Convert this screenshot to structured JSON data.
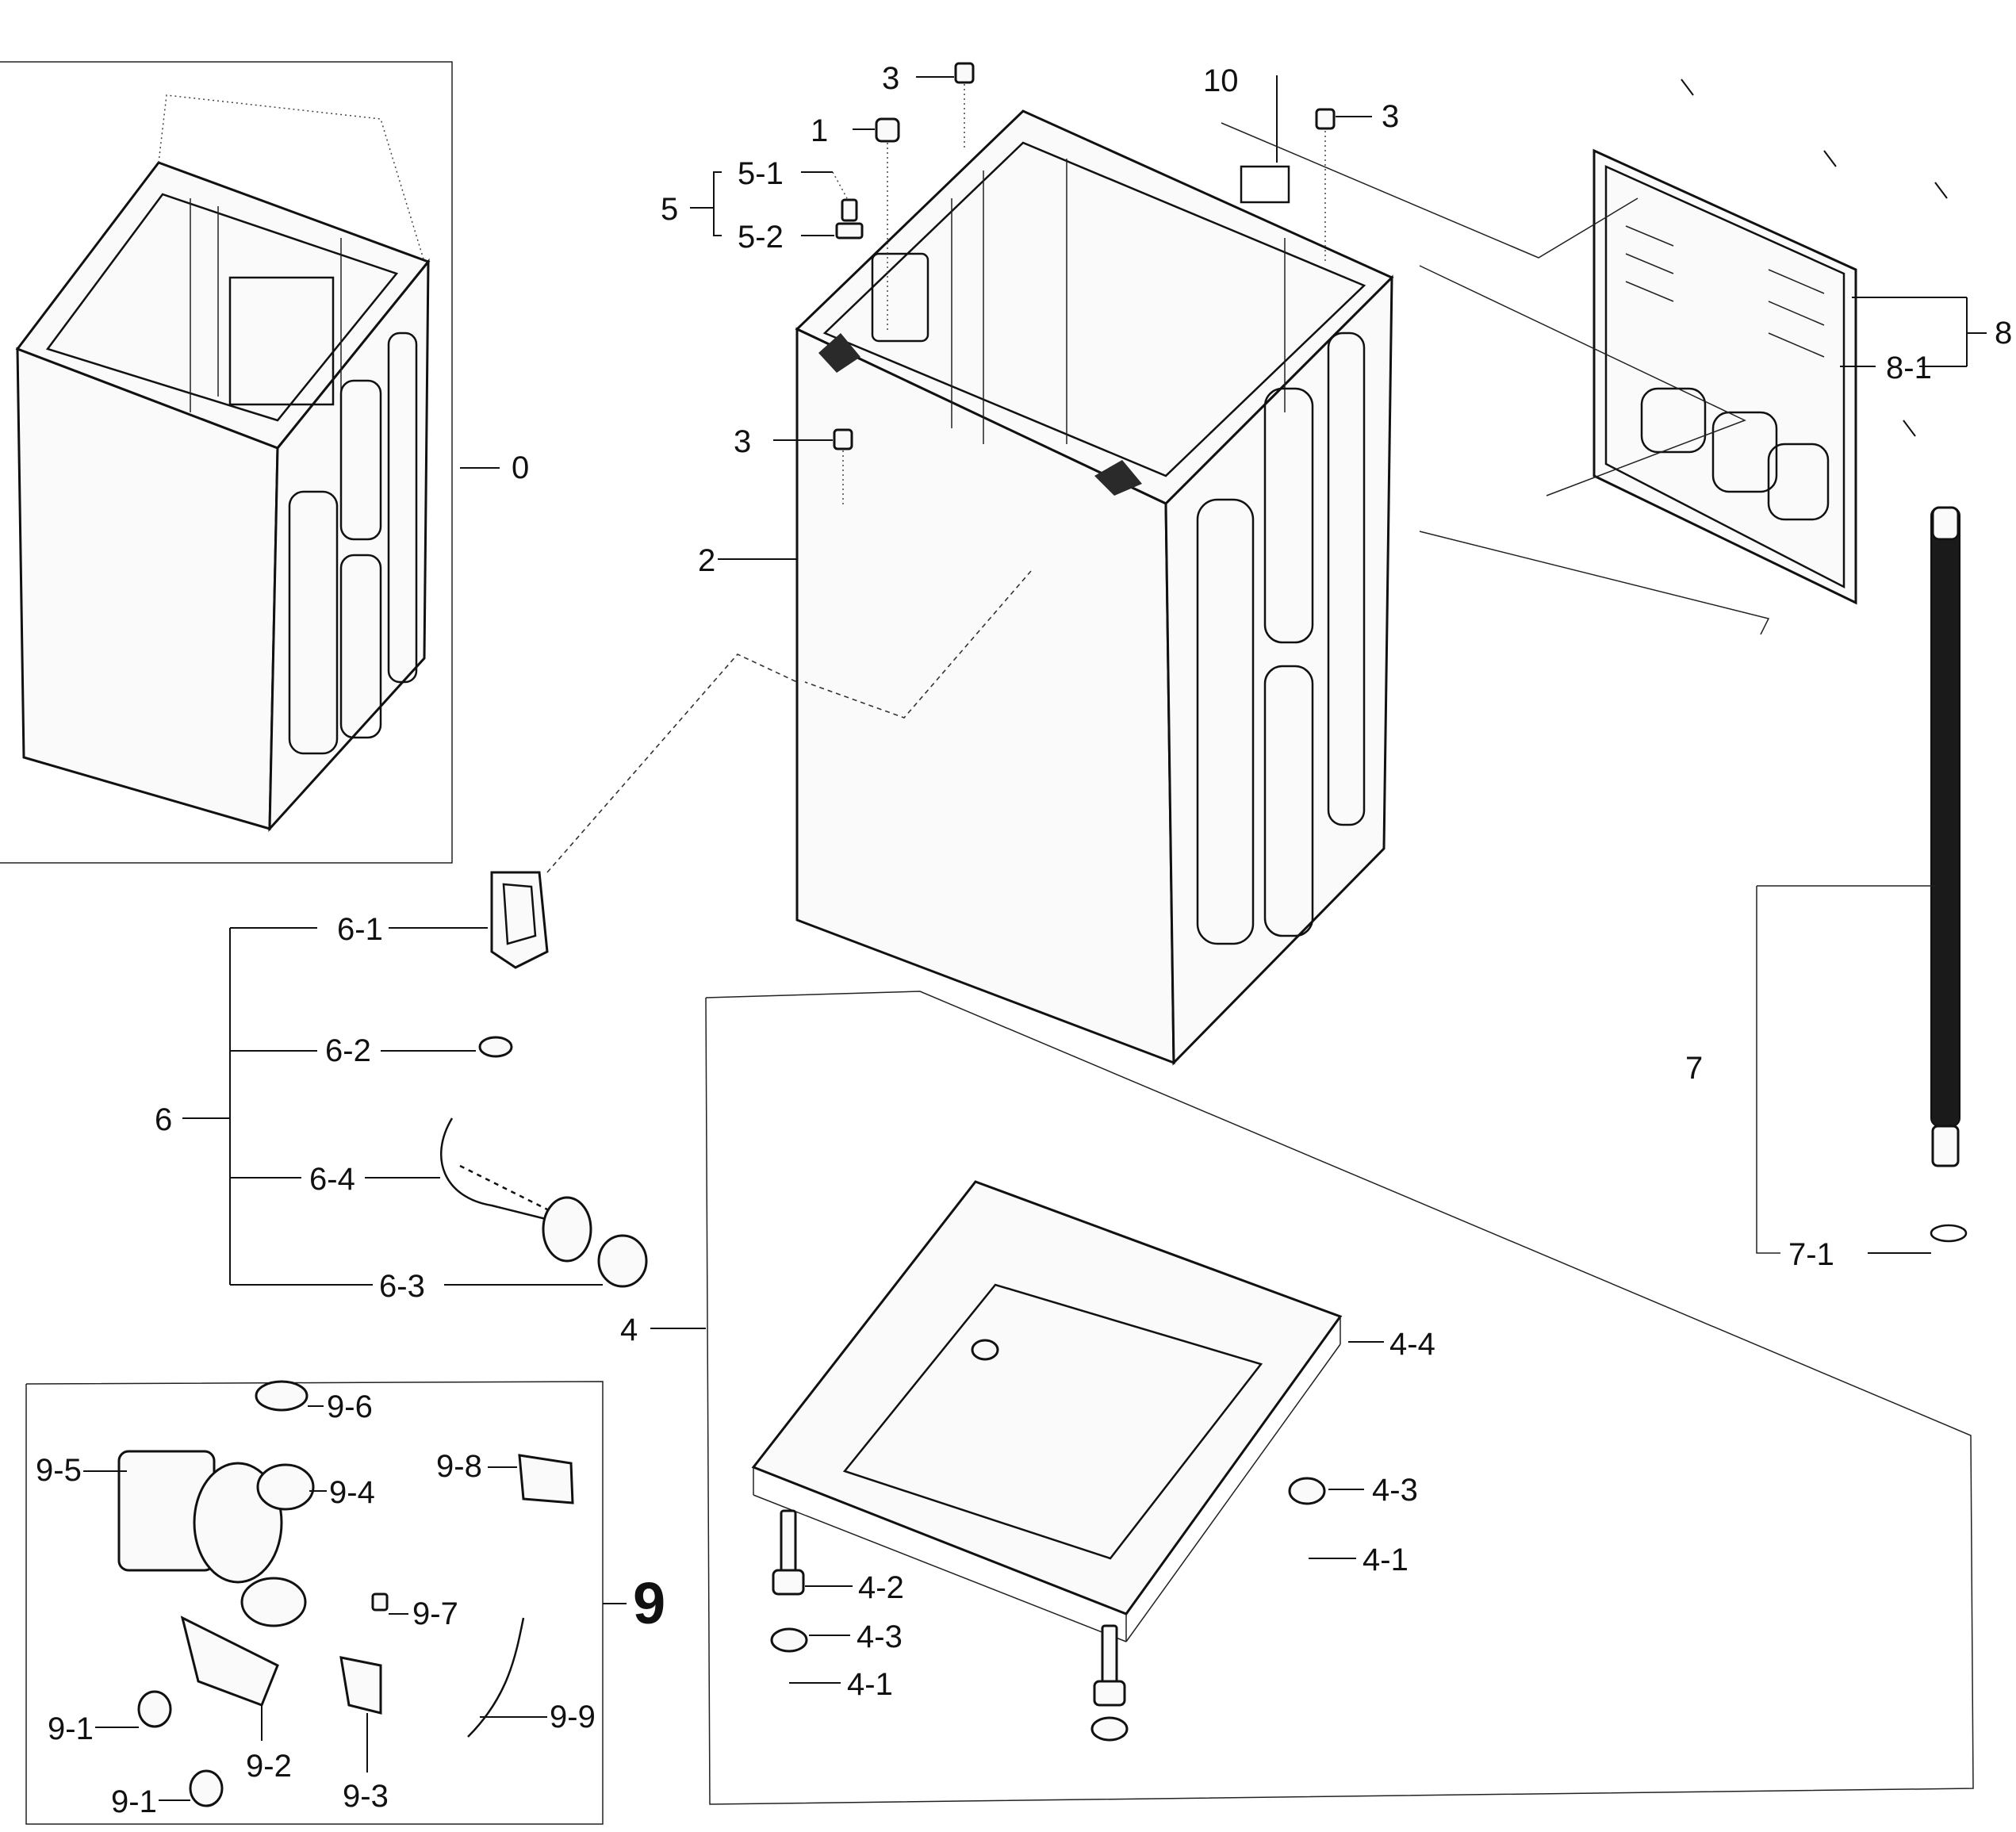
{
  "diagram": {
    "callouts": {
      "c0": "0",
      "c1": "1",
      "c2": "2",
      "c3a": "3",
      "c3b": "3",
      "c3c": "3",
      "c4": "4",
      "c4_1a": "4-1",
      "c4_1b": "4-1",
      "c4_2": "4-2",
      "c4_3a": "4-3",
      "c4_3b": "4-3",
      "c4_4": "4-4",
      "c5": "5",
      "c5_1": "5-1",
      "c5_2": "5-2",
      "c6": "6",
      "c6_1": "6-1",
      "c6_2": "6-2",
      "c6_3": "6-3",
      "c6_4": "6-4",
      "c7": "7",
      "c7_1": "7-1",
      "c8": "8",
      "c8_1": "8-1",
      "c9": "9",
      "c9_1a": "9-1",
      "c9_1b": "9-1",
      "c9_2": "9-2",
      "c9_3": "9-3",
      "c9_4": "9-4",
      "c9_5": "9-5",
      "c9_6": "9-6",
      "c9_7": "9-7",
      "c9_8": "9-8",
      "c9_9": "9-9",
      "c10": "10"
    }
  }
}
